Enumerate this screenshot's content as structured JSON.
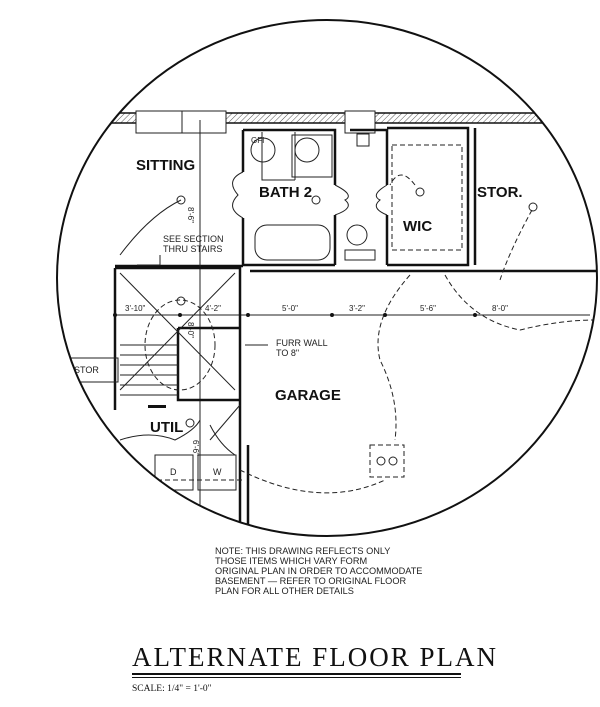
{
  "rooms": {
    "sitting": "SITTING",
    "bath2": "BATH 2",
    "wic": "WIC",
    "stor_right": "STOR.",
    "stor_left": "STOR",
    "garage": "GARAGE",
    "util": "UTIL",
    "dryer": "D",
    "washer": "W"
  },
  "annotations": {
    "gfi": "GFI",
    "see_section_1": "SEE SECTION",
    "see_section_2": "THRU STAIRS",
    "furr_1": "FURR WALL",
    "furr_2": "TO 8\""
  },
  "dimensions": {
    "d1": "3'-10\"",
    "d2": "4'-2\"",
    "d3": "5'-0\"",
    "d4": "3'-2\"",
    "d5": "5'-6\"",
    "d6": "8'-0\"",
    "ceil_sitting": "8'-6\"",
    "ceil_stair": "8'-0\"",
    "ceil_util": "6'-6\""
  },
  "note": [
    "NOTE: THIS DRAWING REFLECTS ONLY",
    "THOSE ITEMS WHICH VARY FORM",
    "ORIGINAL PLAN IN ORDER TO ACCOMMODATE",
    "BASEMENT — REFER TO ORIGINAL FLOOR",
    "PLAN FOR ALL OTHER DETAILS"
  ],
  "title": "ALTERNATE FLOOR PLAN",
  "scale": "SCALE: 1/4\" = 1'-0\""
}
